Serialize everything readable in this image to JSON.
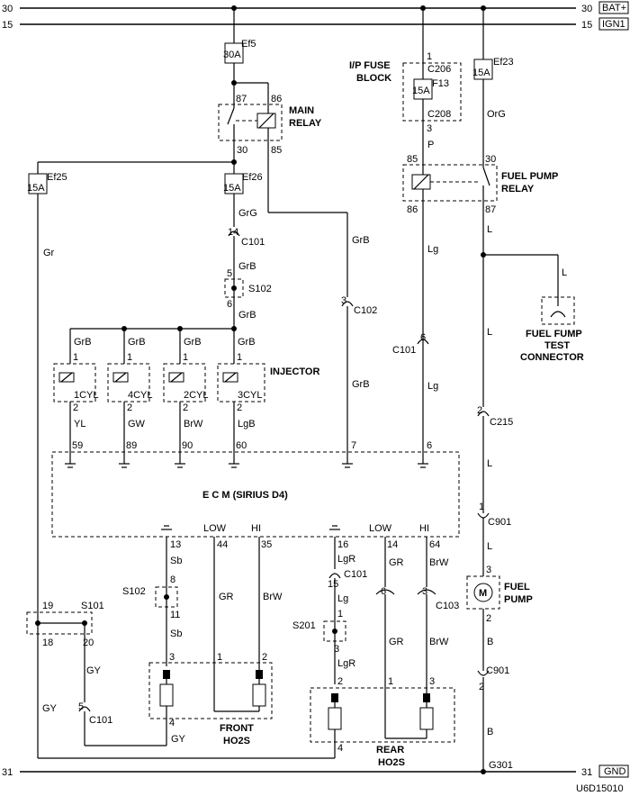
{
  "rails": {
    "left_30": "30",
    "right_30": "30",
    "left_15": "15",
    "right_15": "15",
    "bat": "BAT+",
    "ign": "IGN1",
    "left_31": "31",
    "right_31": "31",
    "gnd": "GND"
  },
  "fuses": {
    "ef5_name": "Ef5",
    "ef5_rating": "30A",
    "ef25_name": "Ef25",
    "ef25_rating": "15A",
    "ef26_name": "Ef26",
    "ef26_rating": "15A",
    "ef23_name": "Ef23",
    "ef23_rating": "15A",
    "f13_name": "F13",
    "f13_rating": "15A"
  },
  "main_relay": {
    "title1": "MAIN",
    "title2": "RELAY",
    "p87": "87",
    "p86": "86",
    "p30": "30",
    "p85": "85"
  },
  "ip_fuse_block": {
    "title1": "I/P FUSE",
    "title2": "BLOCK",
    "pin1": "1",
    "c206": "C206",
    "pin3": "3",
    "c208": "C208"
  },
  "fuel_pump_relay": {
    "title1": "FUEL PUMP",
    "title2": "RELAY",
    "p85": "85",
    "p30": "30",
    "p86": "86",
    "p87": "87"
  },
  "wires": {
    "grg": "GrG",
    "grb": "GrB",
    "gr": "Gr",
    "p": "P",
    "org": "OrG",
    "lg": "Lg",
    "l": "L",
    "yl": "YL",
    "gw": "GW",
    "brw": "BrW",
    "lgb": "LgB",
    "sb": "Sb",
    "gy": "GY",
    "gr_upper": "GR",
    "lgr": "LgR",
    "b": "B"
  },
  "connectors": {
    "c101": "C101",
    "c102": "C102",
    "c215": "C215",
    "c901": "C901",
    "c103": "C103",
    "s102": "S102",
    "s101": "S101",
    "s201": "S201",
    "g301": "G301"
  },
  "pins": {
    "p1": "1",
    "p2": "2",
    "p3": "3",
    "p4": "4",
    "p5": "5",
    "p6": "6",
    "p7": "7",
    "p8": "8",
    "p11": "11",
    "p13": "13",
    "p14": "14",
    "p15": "15",
    "p16": "16",
    "p18": "18",
    "p19": "19",
    "p20": "20",
    "p35": "35",
    "p44": "44",
    "p59": "59",
    "p60": "60",
    "p64": "64",
    "p89": "89",
    "p90": "90"
  },
  "injector": {
    "title": "INJECTOR",
    "cyl1": "1CYL",
    "cyl4": "4CYL",
    "cyl2": "2CYL",
    "cyl3": "3CYL"
  },
  "ecm": {
    "title": "E  C  M (SIRIUS D4)",
    "low": "LOW",
    "hi": "HI"
  },
  "front_ho2s": {
    "title1": "FRONT",
    "title2": "HO2S"
  },
  "rear_ho2s": {
    "title1": "REAR",
    "title2": "HO2S"
  },
  "fuel_pump": {
    "title1": "FUEL",
    "title2": "PUMP",
    "motor": "M"
  },
  "test_connector": {
    "title1": "FUEL FUMP",
    "title2": "TEST",
    "title3": "CONNECTOR"
  },
  "figure_id": "U6D15010"
}
